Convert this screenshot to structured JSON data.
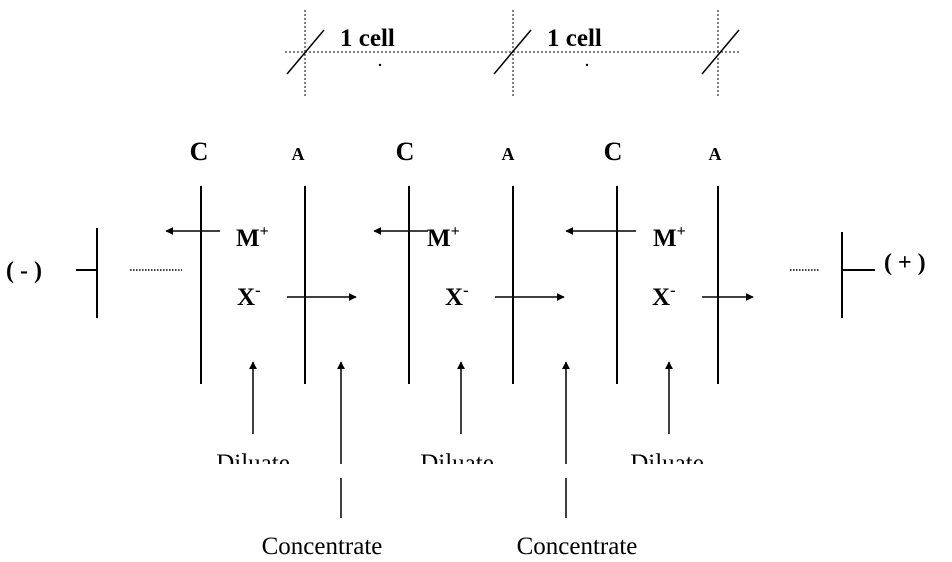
{
  "cell_label": "1 cell",
  "membrane_labels": [
    "C",
    "A",
    "C",
    "A",
    "C",
    "A"
  ],
  "cation": {
    "symbol": "M",
    "charge": "+"
  },
  "anion": {
    "symbol": "X",
    "charge": "-"
  },
  "electrodes": {
    "negative": "( - )",
    "positive": "( + )"
  },
  "streams": {
    "diluate": [
      "Diluate",
      "Diluate",
      "Diluate"
    ],
    "concentrate": [
      "Concentrate",
      "Concentrate"
    ]
  }
}
